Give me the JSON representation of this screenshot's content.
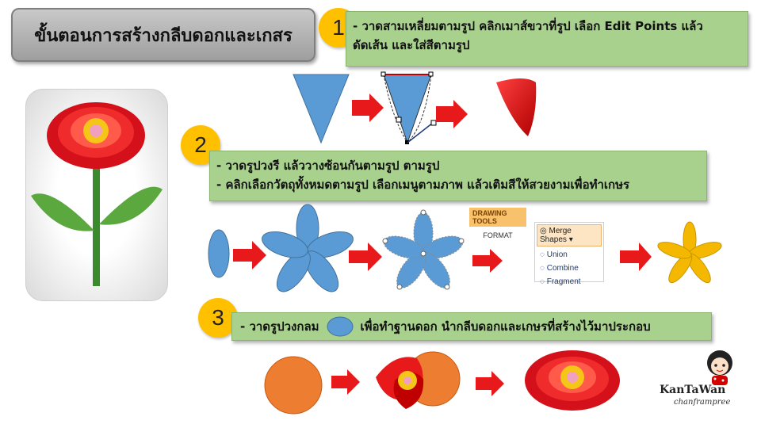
{
  "title": "ขั้นตอนการสร้างกลีบดอกและเกสร",
  "steps": [
    {
      "number": "1",
      "lines": [
        "- วาดสามเหลี่ยมตามรูป คลิกเมาส์ขวาที่รูป เลือก Edit Points แล้ว",
        "ดัดเส้น และใส่สีตามรูป"
      ]
    },
    {
      "number": "2",
      "lines": [
        "- วาดรูปวงรี แล้ววางซ้อนกันตามรูป ตามรูป",
        "- คลิกเลือกวัตถุทั้งหมดตามรูป เลือกเมนูตามภาพ แล้วเติมสีให้สวยงามเพื่อทำเกษร"
      ]
    },
    {
      "number": "3",
      "lines": [
        "- วาดรูปวงกลม",
        "เพื่อทำฐานดอก นำกลีบดอกและเกษรที่สร้างไว้มาประกอบ"
      ]
    }
  ],
  "ribbon": {
    "tools": "DRAWING TOOLS",
    "format": "FORMAT"
  },
  "merge_menu": {
    "header": "Merge Shapes",
    "items": [
      "Union",
      "Combine",
      "Fragment"
    ]
  },
  "logo": {
    "name": "KanTaWan",
    "sub": "chanframpree"
  },
  "colors": {
    "green": "#a9d18e",
    "yellow": "#ffc000",
    "blue": "#5b9bd5",
    "red": "#e8191b",
    "orange": "#ed7d31",
    "gold": "#f5b800"
  }
}
